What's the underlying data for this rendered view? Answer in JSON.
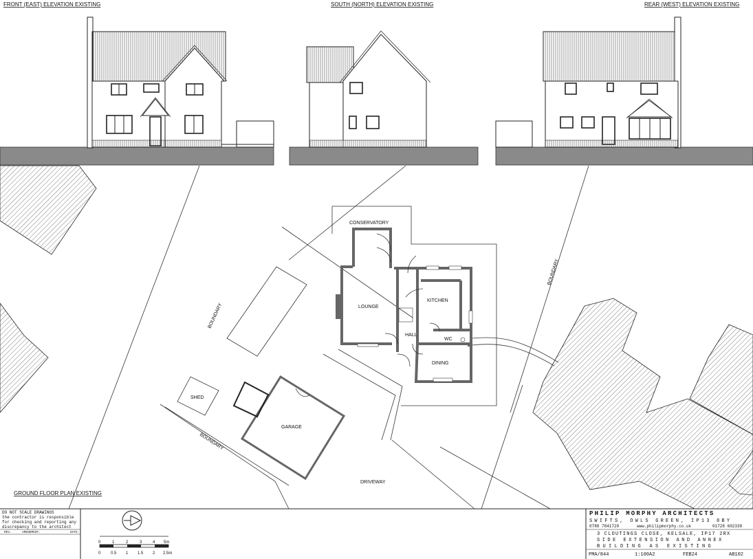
{
  "elevations": {
    "front_title": "FRONT (EAST) ELEVATION EXISTING",
    "south_title": "SOUTH (NORTH) ELEVATION EXISTING",
    "rear_title": "REAR (WEST) ELEVATION EXISTING"
  },
  "plan": {
    "title": "GROUND FLOOR PLAN EXISTING",
    "rooms": {
      "conservatory": "CONSERVATORY",
      "lounge": "LOUNGE",
      "kitchen": "KITCHEN",
      "hall": "HALL",
      "wc": "WC",
      "dining": "DINING",
      "garage": "GARAGE",
      "shed": "SHED",
      "driveway": "DRIVEWAY"
    },
    "boundary_label": "BOUNDARY"
  },
  "notes": {
    "line1": "DO NOT SCALE DRAWINGS",
    "line2": "the contractor is responsible",
    "line3": "for checking and reporting any",
    "line4": "discrepancy to the architect",
    "rev": "REV.",
    "amendment": "AMENDMENT.",
    "date": "DATE."
  },
  "scale_bar": {
    "top_ticks": [
      "0",
      "1",
      "2",
      "3",
      "4",
      "5m"
    ],
    "bottom_ticks": [
      "0",
      "0.5",
      "1",
      "1.5",
      "2",
      "2.5m"
    ]
  },
  "title_block": {
    "firm": "PHILIP MORPHY ARCHITECTS",
    "address": "SWIFTS, OWLS GREEN, IP13 8BY",
    "phone": "0788 7841720",
    "web": "www.philipmorphy.co.uk",
    "phone2": "01728 602338",
    "project1": "3 CLOUTINGS CLOSE, KELSALE, IP17 2RX",
    "project2": "SIDE EXTENSION AND ANNEX",
    "project3": "BUILDING AS EXISTING",
    "job_no": "PMA/844",
    "scale": "1:100A2",
    "date": "FEB24",
    "drawing_no": "AB102"
  }
}
